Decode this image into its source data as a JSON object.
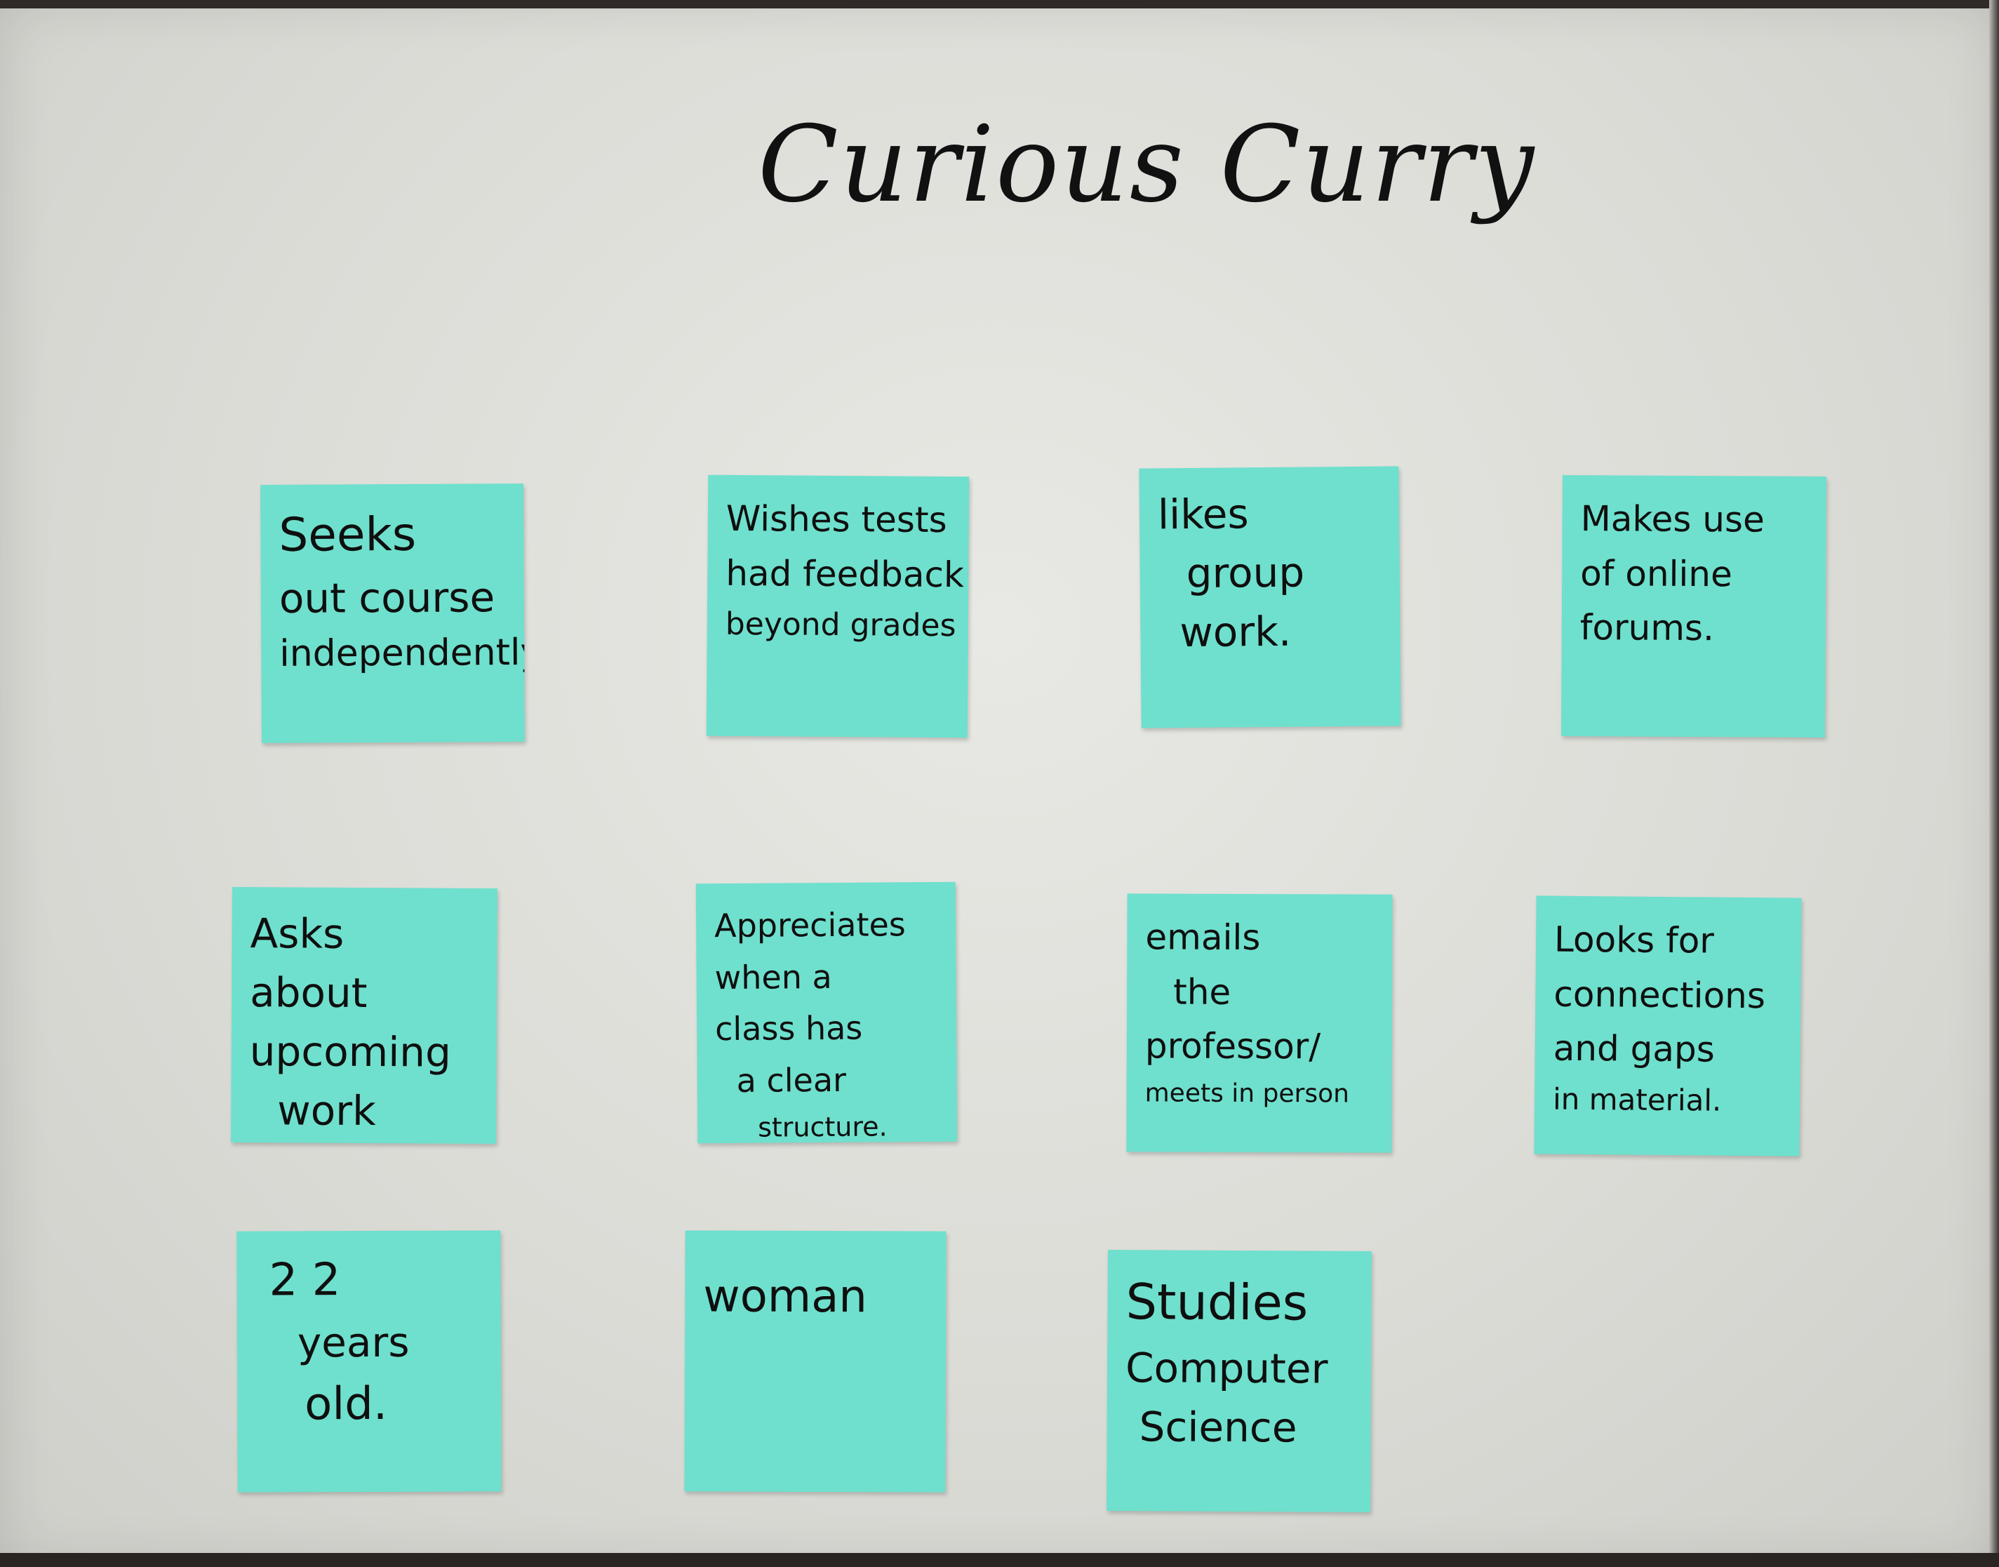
{
  "title": "Curious Curry",
  "notes": [
    {
      "id": "seeks",
      "lines": [
        "Seeks",
        "out course",
        "independently"
      ]
    },
    {
      "id": "tests",
      "lines": [
        "Wishes tests",
        "had feedback",
        "beyond grades"
      ]
    },
    {
      "id": "group",
      "lines": [
        "likes",
        "group",
        "work."
      ]
    },
    {
      "id": "forums",
      "lines": [
        "Makes use",
        "of online",
        "forums."
      ]
    },
    {
      "id": "asks",
      "lines": [
        "Asks",
        "about",
        "upcoming",
        "work"
      ]
    },
    {
      "id": "structure",
      "lines": [
        "Appreciates",
        "when a",
        "class has",
        "a clear",
        "structure."
      ]
    },
    {
      "id": "emails",
      "lines": [
        "emails",
        "the",
        "professor/",
        "meets in person"
      ]
    },
    {
      "id": "connections",
      "lines": [
        "Looks for",
        "connections",
        "and gaps",
        "in material."
      ]
    },
    {
      "id": "age",
      "lines": [
        "2 2",
        "years",
        "old."
      ]
    },
    {
      "id": "woman",
      "lines": [
        "woman"
      ]
    },
    {
      "id": "studies",
      "lines": [
        "Studies",
        "Computer",
        "Science"
      ]
    }
  ],
  "colors": {
    "paper": "#e3e3df",
    "sticky_note": "#6fe0cd",
    "ink": "#111111"
  }
}
